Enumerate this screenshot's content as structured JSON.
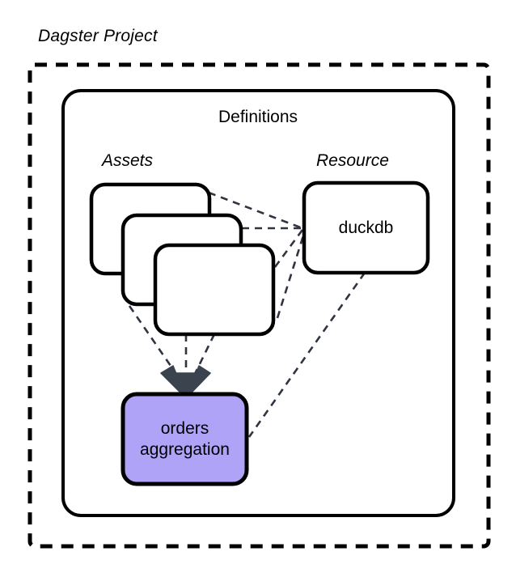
{
  "diagram": {
    "title": "Dagster Project",
    "container": {
      "name": "dagster-project-boundary",
      "border_style": "dashed",
      "border_color": "#000000"
    },
    "definitions": {
      "title": "Definitions",
      "border_style": "solid",
      "border_color": "#000000"
    },
    "groups": [
      {
        "id": "assets",
        "label": "Assets"
      },
      {
        "id": "resource",
        "label": "Resource"
      }
    ],
    "nodes": [
      {
        "id": "asset-1",
        "label": "",
        "fill": "#ffffff",
        "stroke": "#000000"
      },
      {
        "id": "asset-2",
        "label": "",
        "fill": "#ffffff",
        "stroke": "#000000"
      },
      {
        "id": "asset-3",
        "label": "",
        "fill": "#ffffff",
        "stroke": "#000000"
      },
      {
        "id": "duckdb",
        "label": "duckdb",
        "fill": "#ffffff",
        "stroke": "#000000"
      },
      {
        "id": "orders-aggregation",
        "label_line1": "orders",
        "label_line2": "aggregation",
        "fill": "#aea3f7",
        "stroke": "#000000"
      }
    ],
    "edges": [
      {
        "from": "asset-1",
        "to": "duckdb",
        "style": "dashed",
        "color": "#2e3440"
      },
      {
        "from": "asset-2",
        "to": "duckdb",
        "style": "dashed",
        "color": "#2e3440"
      },
      {
        "from": "asset-3",
        "to": "duckdb",
        "style": "dashed",
        "color": "#2e3440"
      },
      {
        "from": "asset-1",
        "to": "orders-aggregation",
        "style": "dashed",
        "color": "#2e3440",
        "arrow": true
      },
      {
        "from": "asset-2",
        "to": "orders-aggregation",
        "style": "dashed",
        "color": "#2e3440",
        "arrow": true
      },
      {
        "from": "asset-3",
        "to": "orders-aggregation",
        "style": "dashed",
        "color": "#2e3440",
        "arrow": true
      },
      {
        "from": "duckdb",
        "to": "orders-aggregation",
        "style": "dashed",
        "color": "#2e3440"
      }
    ],
    "colors": {
      "highlight_fill": "#aea3f7",
      "edge": "#2e3440",
      "stroke": "#000000",
      "background": "#ffffff"
    }
  }
}
